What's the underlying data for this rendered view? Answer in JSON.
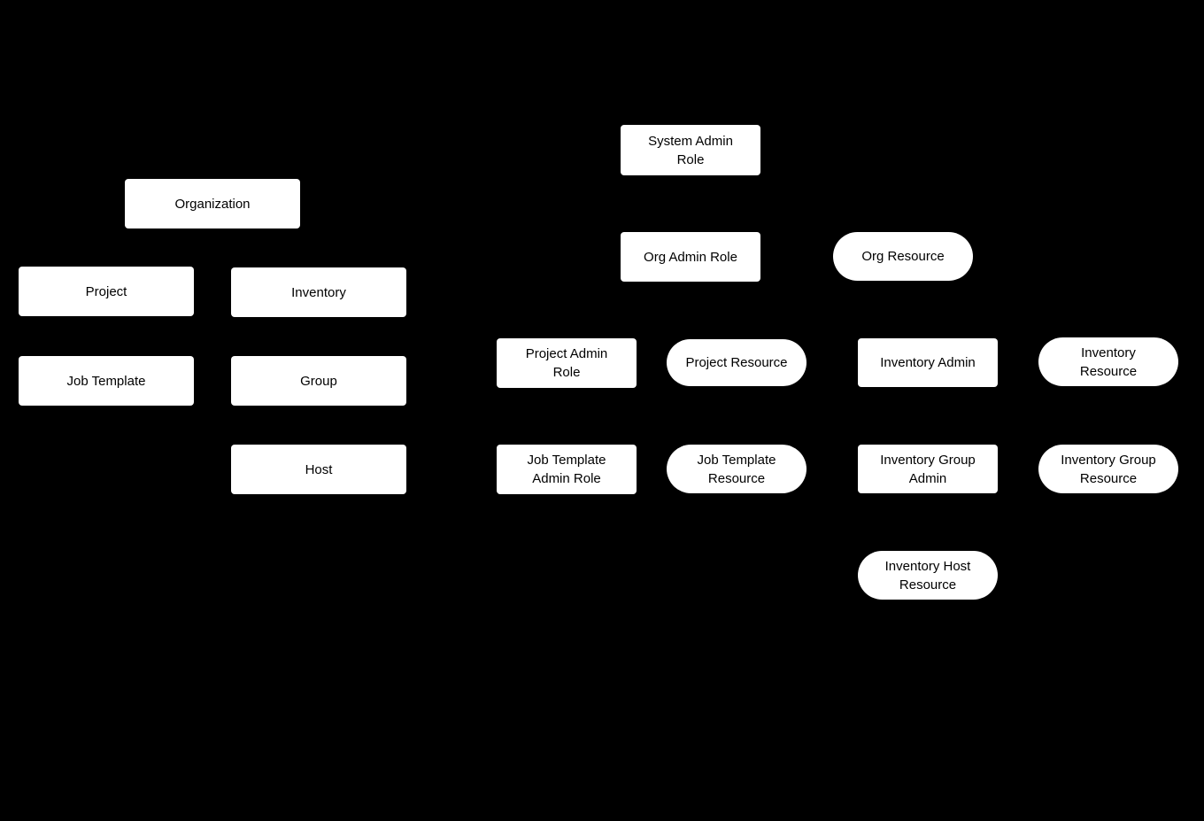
{
  "diagram": {
    "background_color": "#000000",
    "node_fill_color": "#ffffff",
    "node_text_color": "#000000",
    "left_group": {
      "organization": "Organization",
      "project": "Project",
      "inventory": "Inventory",
      "job_template": "Job Template",
      "group": "Group",
      "host": "Host"
    },
    "right_group": {
      "system_admin_role": "System Admin\nRole",
      "org_admin_role": "Org Admin Role",
      "org_resource": "Org Resource",
      "project_admin_role": "Project Admin\nRole",
      "project_resource": "Project Resource",
      "inventory_admin": "Inventory Admin",
      "inventory_resource": "Inventory\nResource",
      "job_template_admin_role": "Job Template\nAdmin Role",
      "job_template_resource": "Job Template\nResource",
      "inventory_group_admin": "Inventory Group\nAdmin",
      "inventory_group_resource": "Inventory Group\nResource",
      "inventory_host_resource": "Inventory Host\nResource"
    }
  }
}
